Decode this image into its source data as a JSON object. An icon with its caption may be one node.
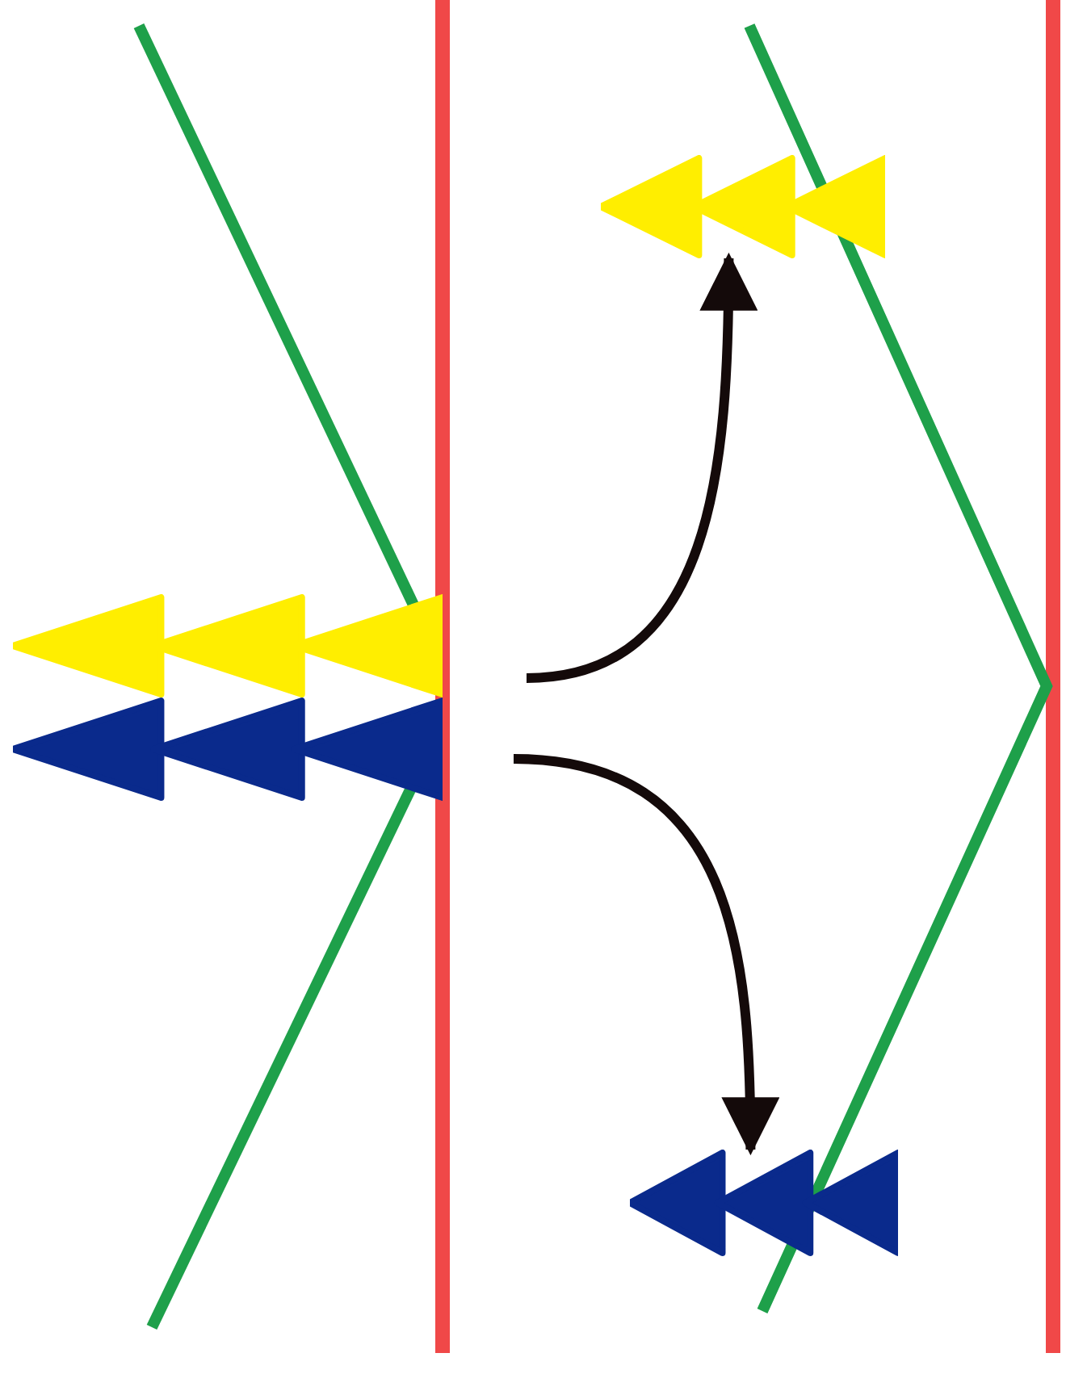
{
  "diagram": {
    "nodes": [
      {
        "text": [],
        "shape": "picture"
      },
      {
        "text": [],
        "shape": "picture"
      },
      {
        "text": [],
        "shape": "picture"
      }
    ],
    "edges": [
      {
        "from": null,
        "to": 1,
        "arrow": "to"
      },
      {
        "from": null,
        "to": 2,
        "arrow": "to"
      }
    ]
  }
}
